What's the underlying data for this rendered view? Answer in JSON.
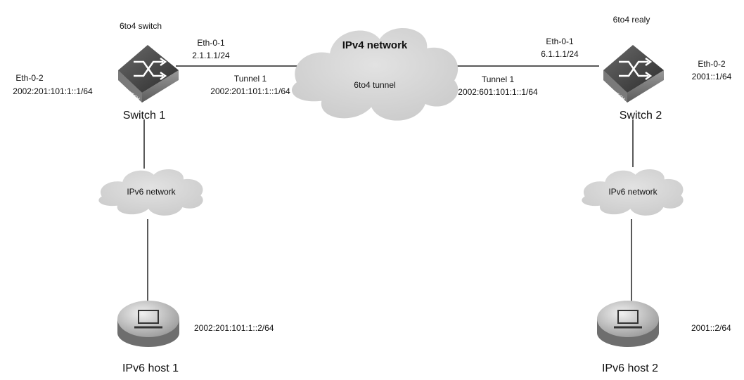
{
  "cloud_ipv4": {
    "title": "IPv4 network",
    "subtitle": "6to4 tunnel"
  },
  "switch1": {
    "role": "6to4 switch",
    "name": "Switch 1",
    "device_text": "SWITCH",
    "eth01_name": "Eth-0-1",
    "eth01_ip": "2.1.1.1/24",
    "eth02_name": "Eth-0-2",
    "eth02_ip": "2002:201:101:1::1/64",
    "tunnel_name": "Tunnel 1",
    "tunnel_ip": "2002:201:101:1::1/64"
  },
  "switch2": {
    "role": "6to4 realy",
    "name": "Switch 2",
    "device_text": "SWITCH",
    "eth01_name": "Eth-0-1",
    "eth01_ip": "6.1.1.1/24",
    "eth02_name": "Eth-0-2",
    "eth02_ip": "2001::1/64",
    "tunnel_name": "Tunnel 1",
    "tunnel_ip": "2002:601:101:1::1/64"
  },
  "cloud_ipv6_left": {
    "label": "IPv6 network"
  },
  "cloud_ipv6_right": {
    "label": "IPv6 network"
  },
  "host1": {
    "name": "IPv6 host 1",
    "ip": "2002:201:101:1::2/64"
  },
  "host2": {
    "name": "IPv6 host 2",
    "ip": "2001::2/64"
  },
  "colors": {
    "cloud": "#d6d6d6",
    "device_dark": "#3a3a3a",
    "device_light": "#a8a8a8",
    "line": "#222222"
  }
}
